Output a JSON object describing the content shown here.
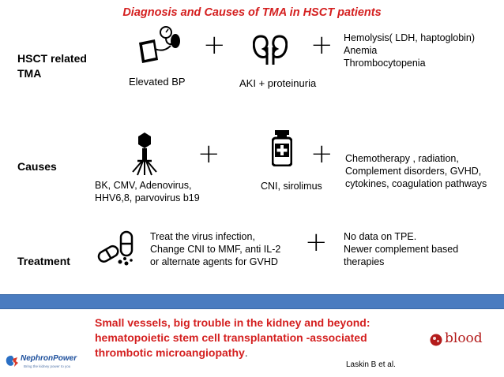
{
  "title": "Diagnosis and Causes of TMA in HSCT patients",
  "rows": {
    "hsct": {
      "label_line1": "HSCT related",
      "label_line2": "TMA",
      "item1_caption": "Elevated BP",
      "item2_caption": "AKI + proteinuria",
      "item3_lines": [
        "Hemolysis( LDH, haptoglobin)",
        "Anemia",
        "Thrombocytopenia"
      ]
    },
    "causes": {
      "label": "Causes",
      "item1_lines": [
        "BK, CMV, Adenovirus,",
        "HHV6,8, parvovirus b19"
      ],
      "item2_caption": "CNI, sirolimus",
      "item3_lines": [
        "Chemotherapy , radiation,",
        "Complement disorders, GVHD,",
        "cytokines, coagulation pathways"
      ]
    },
    "treatment": {
      "label": "Treatment",
      "item1_lines": [
        "Treat the virus infection,",
        "Change CNI to MMF, anti IL-2",
        "or alternate agents for GVHD"
      ],
      "item2_lines": [
        "No data on TPE.",
        "Newer complement based",
        "therapies"
      ]
    }
  },
  "plus_sign": "+",
  "reference": {
    "lines": [
      "Small vessels, big trouble in the kidney and beyond:",
      "hematopoietic stem cell transplantation -associated",
      "thrombotic microangiopathy"
    ],
    "trailing": ".",
    "citation": "Laskin B et al."
  },
  "logos": {
    "nephronpower": "NephronPower",
    "nephronpower_tagline": "Bring the kidney power to you",
    "blood": "blood"
  },
  "icons": {
    "bp": "blood-pressure-cuff-icon",
    "kidney": "kidneys-icon",
    "virus": "bacteriophage-icon",
    "medicine": "medicine-bottle-icon",
    "pills": "pills-icon"
  },
  "colors": {
    "title": "#d41f1f",
    "reference": "#d41f1f",
    "band": "#4a7cc0",
    "blood_logo": "#b31b1b"
  }
}
